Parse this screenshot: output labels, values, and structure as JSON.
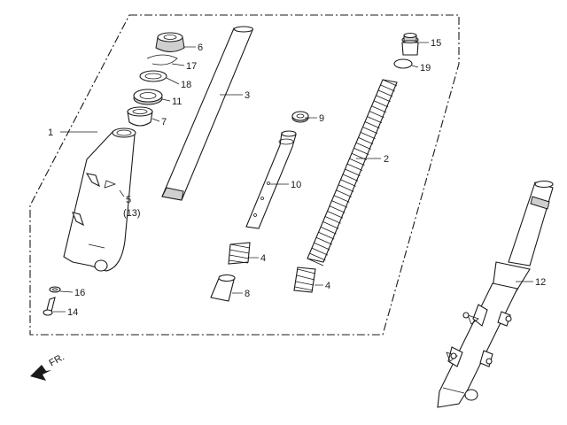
{
  "labels": {
    "p1": "1",
    "p2": "2",
    "p3": "3",
    "p4a": "4",
    "p4b": "4",
    "p5": "5",
    "p13": "(13)",
    "p6": "6",
    "p7": "7",
    "p8": "8",
    "p9": "9",
    "p10": "10",
    "p11": "11",
    "p12": "12",
    "p14": "14",
    "p15": "15",
    "p16": "16",
    "p17": "17",
    "p18": "18",
    "p19": "19",
    "front": "FR."
  }
}
